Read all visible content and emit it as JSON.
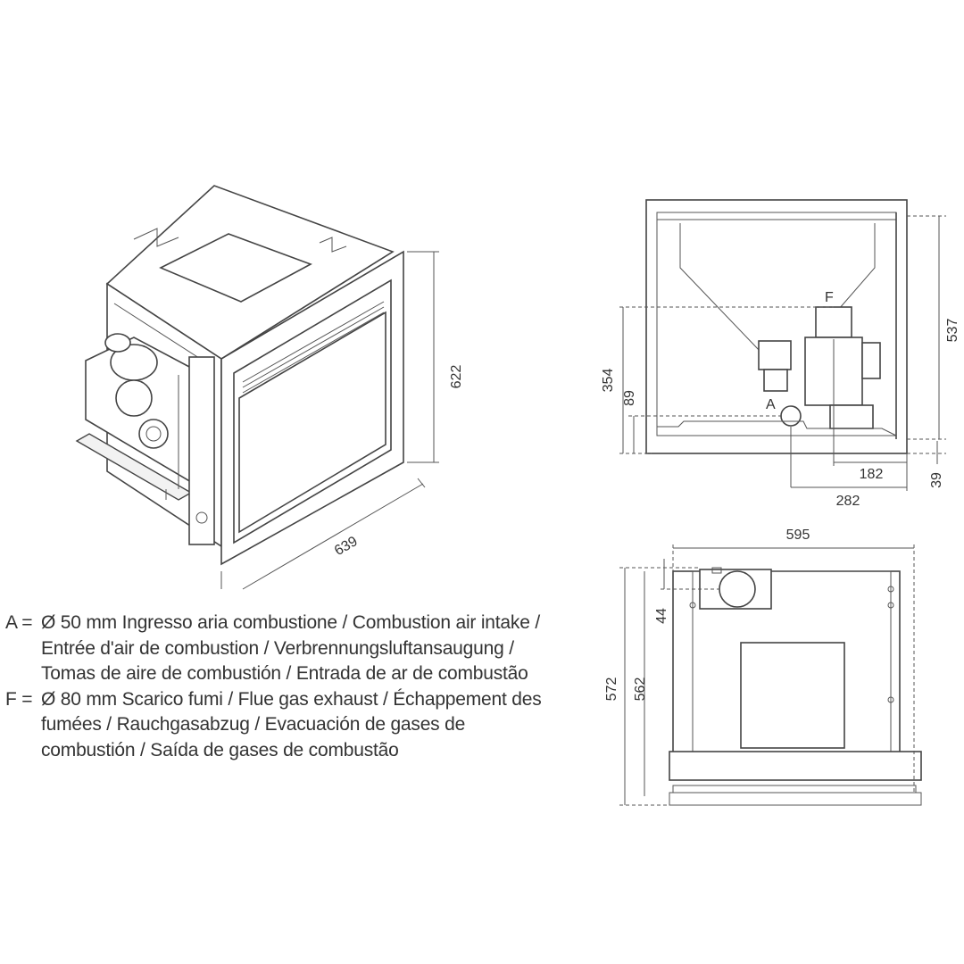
{
  "isometric_view": {
    "height_dim": "622",
    "depth_dim": "639"
  },
  "side_view": {
    "label_f": "F",
    "label_a": "A",
    "dim_total_height": "537",
    "dim_f_height": "354",
    "dim_a_height": "89",
    "dim_f_offset": "182",
    "dim_a_offset": "282",
    "dim_bottom": "39"
  },
  "top_view": {
    "dim_width": "595",
    "dim_total_depth": "572",
    "dim_body_depth": "562",
    "dim_pipe_offset": "44"
  },
  "legend": [
    {
      "key": "A =",
      "text": "Ø 50 mm  Ingresso aria combustione / Combustion air intake / Entrée d'air de combustion / Verbrennungsluftansaugung / Tomas de aire de combustión / Entrada de ar de combustão"
    },
    {
      "key": "F =",
      "text": "Ø 80 mm  Scarico fumi / Flue gas exhaust / Échappement des fumées / Rauchgasabzug / Evacuación de gases de combustión / Saída de gases de combustão"
    }
  ]
}
